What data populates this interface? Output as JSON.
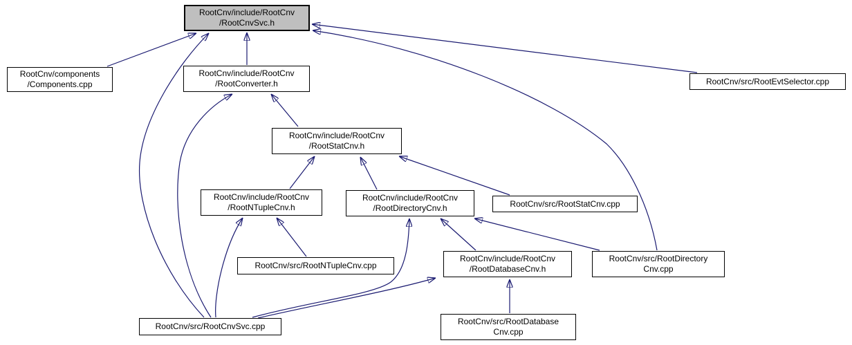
{
  "diagram": {
    "type": "include-dependency-graph",
    "background_color": "#ffffff",
    "edge_color": "#191970",
    "highlight_node_fill": "#bfbfbf",
    "node_fill": "#ffffff",
    "node_border_color": "#000000"
  },
  "nodes": [
    {
      "id": "root-cnv-svc-h",
      "lines": [
        "RootCnv/include/RootCnv",
        "/RootCnvSvc.h"
      ],
      "highlighted": true
    },
    {
      "id": "components-cpp",
      "lines": [
        "RootCnv/components",
        "/Components.cpp"
      ]
    },
    {
      "id": "root-converter-h",
      "lines": [
        "RootCnv/include/RootCnv",
        "/RootConverter.h"
      ]
    },
    {
      "id": "root-evt-selector-cpp",
      "lines": [
        "RootCnv/src/RootEvtSelector.cpp"
      ]
    },
    {
      "id": "root-stat-cnv-h",
      "lines": [
        "RootCnv/include/RootCnv",
        "/RootStatCnv.h"
      ]
    },
    {
      "id": "root-ntuple-cnv-h",
      "lines": [
        "RootCnv/include/RootCnv",
        "/RootNTupleCnv.h"
      ]
    },
    {
      "id": "root-directory-cnv-h",
      "lines": [
        "RootCnv/include/RootCnv",
        "/RootDirectoryCnv.h"
      ]
    },
    {
      "id": "root-stat-cnv-cpp",
      "lines": [
        "RootCnv/src/RootStatCnv.cpp"
      ]
    },
    {
      "id": "root-ntuple-cnv-cpp",
      "lines": [
        "RootCnv/src/RootNTupleCnv.cpp"
      ]
    },
    {
      "id": "root-database-cnv-h",
      "lines": [
        "RootCnv/include/RootCnv",
        "/RootDatabaseCnv.h"
      ]
    },
    {
      "id": "root-directory-cnv-cpp",
      "lines": [
        "RootCnv/src/RootDirectory",
        "Cnv.cpp"
      ]
    },
    {
      "id": "root-cnv-svc-cpp",
      "lines": [
        "RootCnv/src/RootCnvSvc.cpp"
      ]
    },
    {
      "id": "root-database-cnv-cpp",
      "lines": [
        "RootCnv/src/RootDatabase",
        "Cnv.cpp"
      ]
    }
  ],
  "edges": [
    {
      "from": "components-cpp",
      "to": "root-cnv-svc-h"
    },
    {
      "from": "root-converter-h",
      "to": "root-cnv-svc-h"
    },
    {
      "from": "root-evt-selector-cpp",
      "to": "root-cnv-svc-h"
    },
    {
      "from": "root-directory-cnv-cpp",
      "to": "root-cnv-svc-h"
    },
    {
      "from": "root-cnv-svc-cpp",
      "to": "root-cnv-svc-h"
    },
    {
      "from": "root-stat-cnv-h",
      "to": "root-converter-h"
    },
    {
      "from": "root-cnv-svc-cpp",
      "to": "root-converter-h"
    },
    {
      "from": "root-ntuple-cnv-h",
      "to": "root-stat-cnv-h"
    },
    {
      "from": "root-directory-cnv-h",
      "to": "root-stat-cnv-h"
    },
    {
      "from": "root-stat-cnv-cpp",
      "to": "root-stat-cnv-h"
    },
    {
      "from": "root-cnv-svc-cpp",
      "to": "root-ntuple-cnv-h"
    },
    {
      "from": "root-ntuple-cnv-cpp",
      "to": "root-ntuple-cnv-h"
    },
    {
      "from": "root-cnv-svc-cpp",
      "to": "root-directory-cnv-h"
    },
    {
      "from": "root-database-cnv-h",
      "to": "root-directory-cnv-h"
    },
    {
      "from": "root-directory-cnv-cpp",
      "to": "root-directory-cnv-h"
    },
    {
      "from": "root-cnv-svc-cpp",
      "to": "root-database-cnv-h"
    },
    {
      "from": "root-database-cnv-cpp",
      "to": "root-database-cnv-h"
    }
  ]
}
